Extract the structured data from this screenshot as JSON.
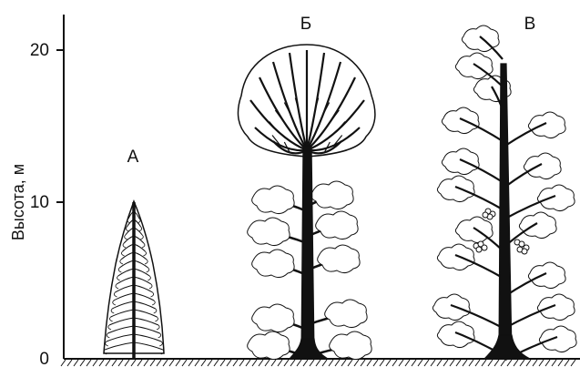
{
  "axis": {
    "ylabel": "Высота, м",
    "ticks": [
      "0",
      "10",
      "20"
    ],
    "tick_values_m": [
      0,
      10,
      20
    ]
  },
  "trees": [
    {
      "label": "А",
      "height_m": 10,
      "crown": "conical"
    },
    {
      "label": "Б",
      "height_m": 21,
      "crown": "rounded"
    },
    {
      "label": "В",
      "height_m": 21,
      "crown": "irregular"
    }
  ],
  "colors": {
    "ink": "#111111",
    "ground": "#111111"
  }
}
